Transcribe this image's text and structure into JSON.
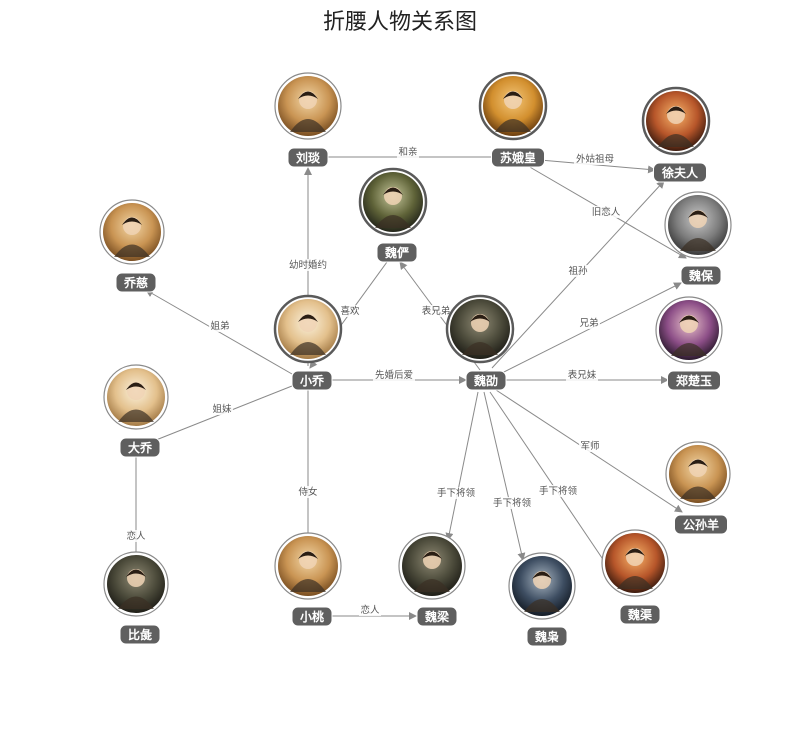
{
  "title": "折腰人物关系图",
  "colors": {
    "edge": "#8a8a8a",
    "name_tag": "#5f5f5f",
    "name_text": "#ffffff"
  },
  "nodes": [
    {
      "id": "liuyan",
      "name": "刘琰"
    },
    {
      "id": "suehuang",
      "name": "苏娥皇"
    },
    {
      "id": "xufuren",
      "name": "徐夫人"
    },
    {
      "id": "weiyan",
      "name": "魏俨"
    },
    {
      "id": "qiaoci",
      "name": "乔慈"
    },
    {
      "id": "weibao",
      "name": "魏保"
    },
    {
      "id": "xiaoqiao",
      "name": "小乔"
    },
    {
      "id": "weishao",
      "name": "魏劭"
    },
    {
      "id": "zhengchuyu",
      "name": "郑楚玉"
    },
    {
      "id": "daqiao",
      "name": "大乔"
    },
    {
      "id": "gongsunyang",
      "name": "公孙羊"
    },
    {
      "id": "bizhi",
      "name": "比彘"
    },
    {
      "id": "xiaotao",
      "name": "小桃"
    },
    {
      "id": "weiliang",
      "name": "魏梁"
    },
    {
      "id": "weigao",
      "name": "魏枭"
    },
    {
      "id": "weiqu",
      "name": "魏渠"
    }
  ],
  "edges": [
    {
      "from": "liuyan",
      "to": "suehuang",
      "label": "和亲",
      "arrow": false
    },
    {
      "from": "suehuang",
      "to": "xufuren",
      "label": "外姑祖母",
      "arrow": true
    },
    {
      "from": "suehuang",
      "to": "weibao",
      "label": "旧恋人",
      "arrow": true
    },
    {
      "from": "xiaoqiao",
      "to": "liuyan",
      "label": "幼时婚约",
      "arrow": true
    },
    {
      "from": "weiyan",
      "to": "xiaoqiao",
      "label": "喜欢",
      "arrow": true
    },
    {
      "from": "weishao",
      "to": "weiyan",
      "label": "表兄弟",
      "arrow": true
    },
    {
      "from": "weishao",
      "to": "xufuren",
      "label": "祖孙",
      "arrow": true
    },
    {
      "from": "weishao",
      "to": "weibao",
      "label": "兄弟",
      "arrow": true
    },
    {
      "from": "xiaoqiao",
      "to": "qiaoci",
      "label": "姐弟",
      "arrow": true
    },
    {
      "from": "xiaoqiao",
      "to": "weishao",
      "label": "先婚后爱",
      "arrow": true
    },
    {
      "from": "weishao",
      "to": "zhengchuyu",
      "label": "表兄妹",
      "arrow": true
    },
    {
      "from": "xiaoqiao",
      "to": "daqiao",
      "label": "姐妹",
      "arrow": false
    },
    {
      "from": "weishao",
      "to": "gongsunyang",
      "label": "军师",
      "arrow": true
    },
    {
      "from": "daqiao",
      "to": "bizhi",
      "label": "恋人",
      "arrow": false
    },
    {
      "from": "xiaotao",
      "to": "xiaoqiao",
      "label": "侍女",
      "arrow": false
    },
    {
      "from": "weishao",
      "to": "weiliang",
      "label": "手下将领",
      "arrow": true
    },
    {
      "from": "weishao",
      "to": "weigao",
      "label": "手下将领",
      "arrow": true
    },
    {
      "from": "weishao",
      "to": "weiqu",
      "label": "手下将领",
      "arrow": true
    },
    {
      "from": "xiaotao",
      "to": "weiliang",
      "label": "恋人",
      "arrow": true
    }
  ]
}
